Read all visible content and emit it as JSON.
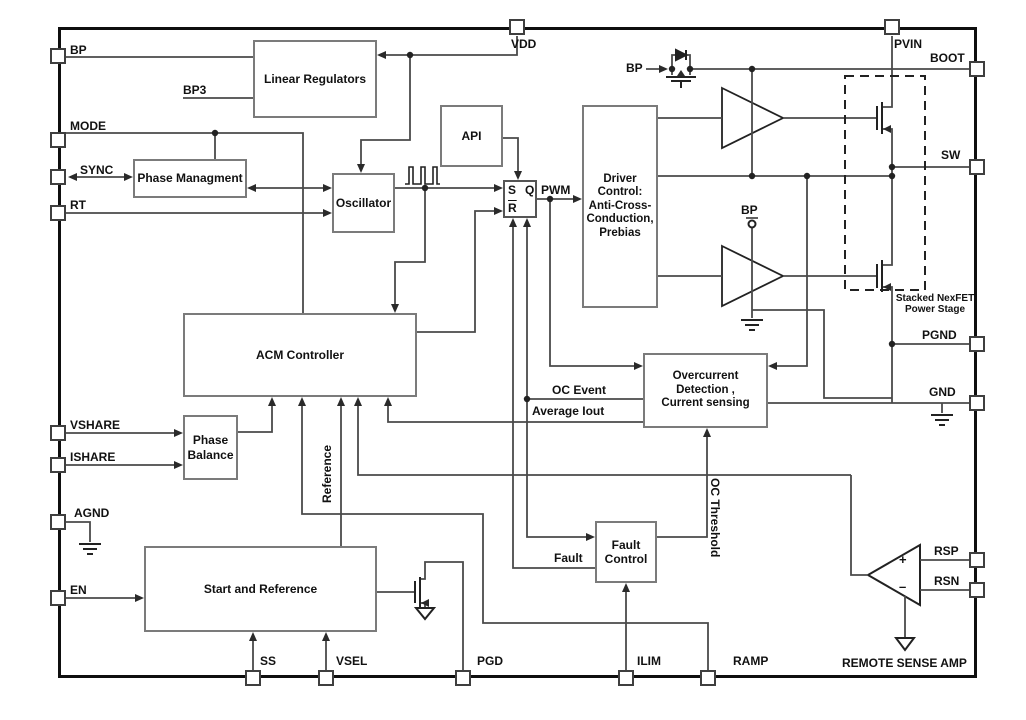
{
  "colors": {
    "wire": "#4a4a4a",
    "block_border": "#7b7b7b",
    "outline": "#0f0f0f",
    "text": "#111111"
  },
  "pins": {
    "bp": "BP",
    "mode": "MODE",
    "sync": "SYNC",
    "rt": "RT",
    "vshare": "VSHARE",
    "ishare": "ISHARE",
    "agnd": "AGND",
    "en": "EN",
    "vdd": "VDD",
    "pvin": "PVIN",
    "boot": "BOOT",
    "sw": "SW",
    "pgnd": "PGND",
    "gnd": "GND",
    "rsp": "RSP",
    "rsn": "RSN",
    "ss": "SS",
    "vsel": "VSEL",
    "pgd": "PGD",
    "ilim": "ILIM",
    "ramp": "RAMP"
  },
  "blocks": {
    "linear_regulators": "Linear Regulators",
    "phase_managment": "Phase Managment",
    "oscillator": "Oscillator",
    "api": "API",
    "driver_control": "Driver\nControl:\nAnti-Cross-\nConduction,\nPrebias",
    "acm_controller": "ACM Controller",
    "phase_balance": "Phase\nBalance",
    "start_and_reference": "Start and Reference",
    "fault_control": "Fault\nControl",
    "overcurrent": "Overcurrent\nDetection ,\nCurrent sensing",
    "latch": {
      "s": "S",
      "q": "Q",
      "r": "R"
    }
  },
  "signals": {
    "bp3": "BP3",
    "pwm": "PWM",
    "oc_event": "OC Event",
    "average_iout": "Average Iout",
    "fault": "Fault",
    "oc_threshold": "OC Threshold",
    "reference": "Reference",
    "bp_boot": "BP",
    "bp_driver": "BP",
    "plus": "+",
    "minus": "–"
  },
  "annotations": {
    "stacked_nexfet": "Stacked NexFET\nPower Stage",
    "remote_sense_amp": "REMOTE SENSE AMP"
  }
}
